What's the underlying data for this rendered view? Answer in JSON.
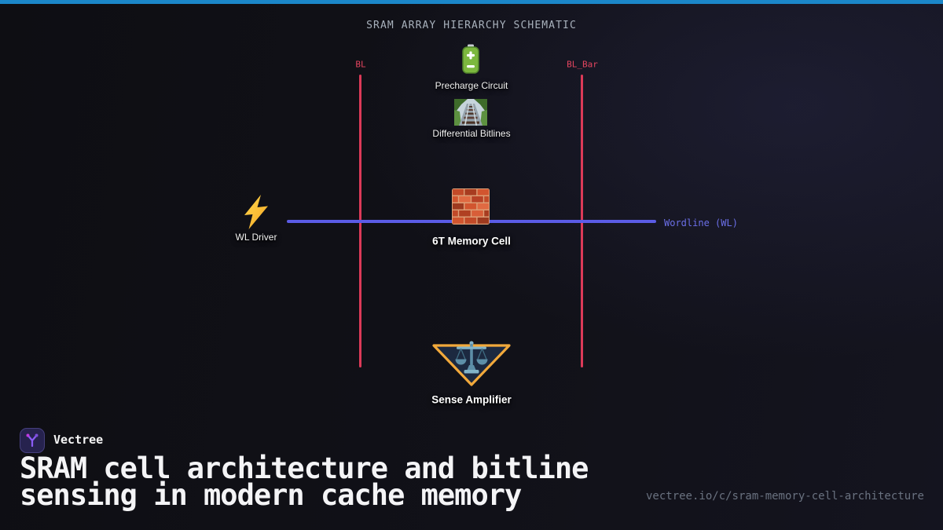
{
  "title": "SRAM ARRAY HIERARCHY SCHEMATIC",
  "diagram": {
    "precharge": {
      "label": "Precharge Circuit",
      "icon": "battery-icon"
    },
    "bitlines": {
      "label": "Differential Bitlines",
      "icon": "railway-track-icon"
    },
    "wl_driver": {
      "label": "WL Driver",
      "icon": "lightning-bolt-icon"
    },
    "memory_cell": {
      "label": "6T Memory Cell",
      "icon": "brick-wall-icon"
    },
    "sense_amp": {
      "label": "Sense Amplifier",
      "icon": "balance-scale-icon"
    },
    "wires": {
      "bl": "BL",
      "bl_bar": "BL_Bar",
      "wordline": "Wordline (WL)"
    }
  },
  "colors": {
    "top_bar": "#1b87c9",
    "bitline_wire": "#dc3a58",
    "bitline_label": "#e4455f",
    "wordline_wire": "#5b5ce6",
    "wordline_label": "#6b6fe8",
    "sense_amp_border": "#f2a93b",
    "background_left": "#0e0e13",
    "background_right": "#181829",
    "logo_background": "#26224e",
    "logo_glyph": "#8b5cf6"
  },
  "footer": {
    "brand": "Vectree",
    "headline": "SRAM cell architecture and bitline sensing in modern cache memory",
    "url": "vectree.io/c/sram-memory-cell-architecture"
  }
}
